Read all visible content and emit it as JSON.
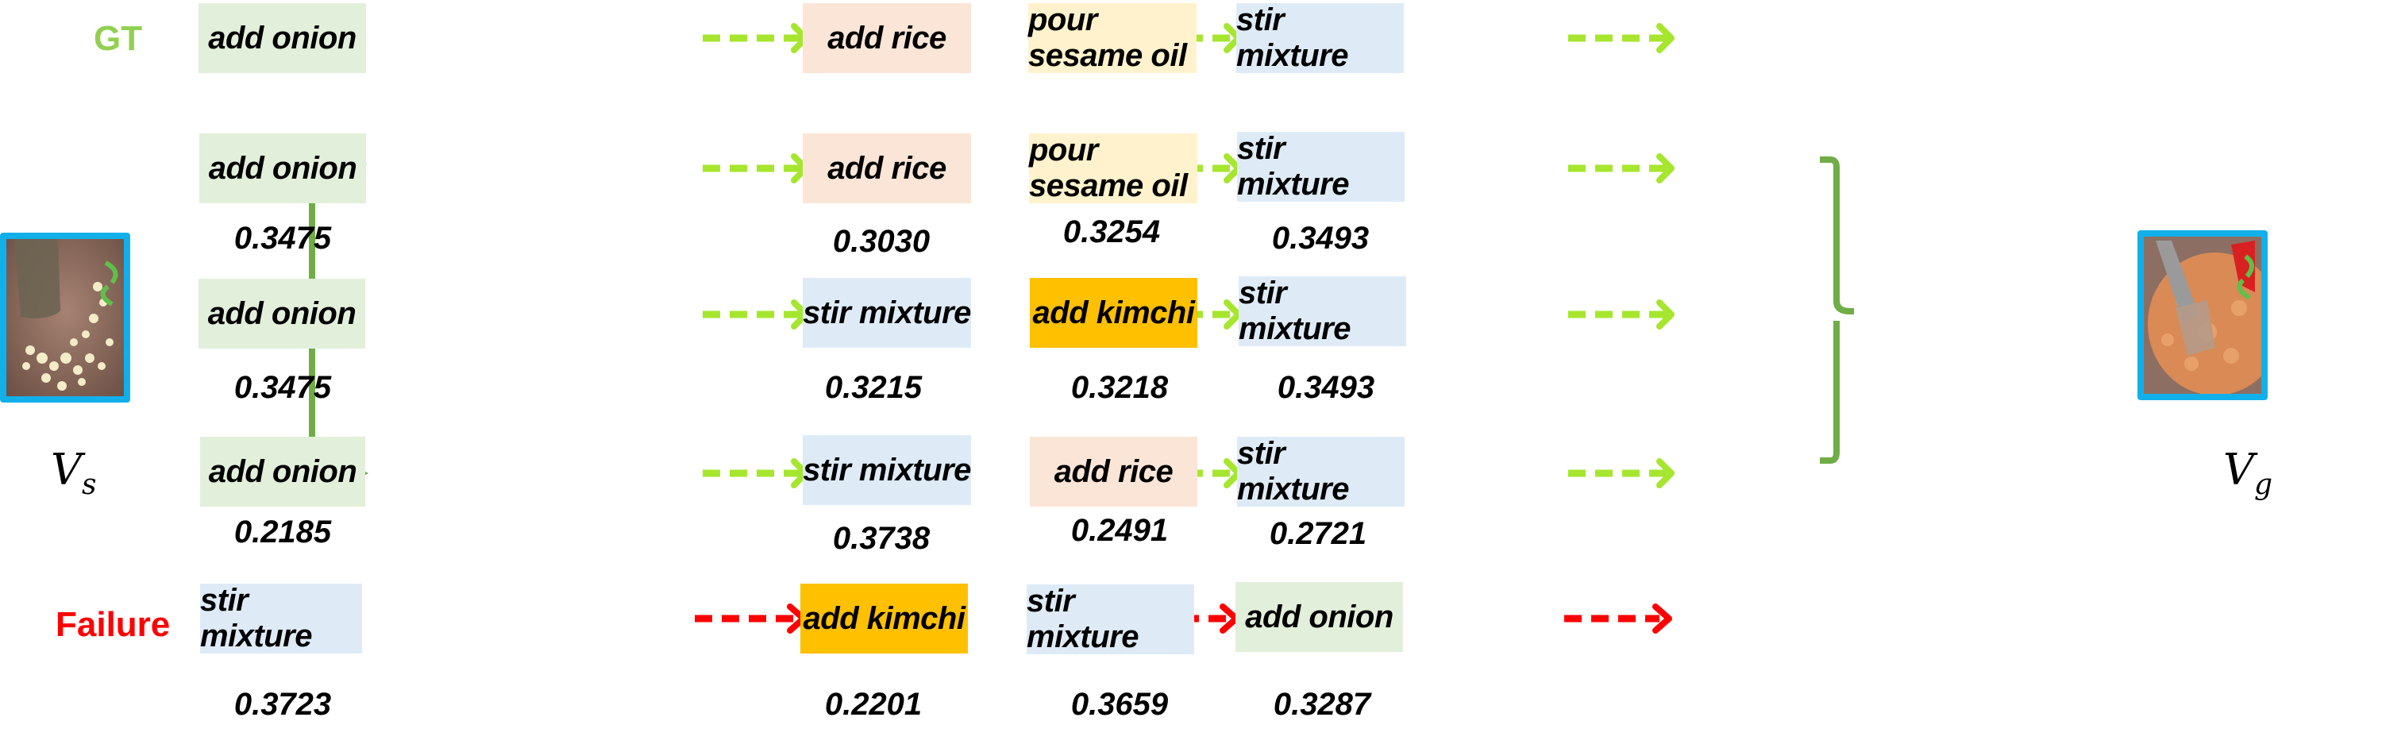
{
  "labels": {
    "gt": "GT",
    "failure": "Failure",
    "start_state": "V",
    "start_state_sub": "s",
    "goal_state": "V",
    "goal_state_sub": "g"
  },
  "colors": {
    "gt_label": "#92d050",
    "failure_label": "#ff0000",
    "arrow_success": "#a6e62e",
    "arrow_failure": "#ff0000",
    "connector": "#70ad47",
    "thumb_border": "#12b0ea",
    "add_onion": "#e2efda",
    "add_rice": "#fbe5d6",
    "pour_sesame_oil": "#fff2cc",
    "stir_mixture": "#deebf7",
    "add_kimchi": "#ffc000"
  },
  "rows": [
    {
      "id": "gt",
      "steps": [
        {
          "label": "add onion",
          "score": ""
        },
        {
          "label": "add rice",
          "score": ""
        },
        {
          "label": "pour sesame oil",
          "score": ""
        },
        {
          "label": "stir mixture",
          "score": ""
        }
      ]
    },
    {
      "id": "plan-1",
      "steps": [
        {
          "label": "add onion",
          "score": "0.3475"
        },
        {
          "label": "add rice",
          "score": "0.3030"
        },
        {
          "label": "pour sesame oil",
          "score": "0.3254"
        },
        {
          "label": "stir mixture",
          "score": "0.3493"
        }
      ]
    },
    {
      "id": "plan-2",
      "steps": [
        {
          "label": "add onion",
          "score": "0.3475"
        },
        {
          "label": "stir mixture",
          "score": "0.3215"
        },
        {
          "label": "add kimchi",
          "score": "0.3218"
        },
        {
          "label": "stir mixture",
          "score": "0.3493"
        }
      ]
    },
    {
      "id": "plan-3",
      "steps": [
        {
          "label": "add onion",
          "score": "0.2185"
        },
        {
          "label": "stir mixture",
          "score": "0.3738"
        },
        {
          "label": "add rice",
          "score": "0.2491"
        },
        {
          "label": "stir mixture",
          "score": "0.2721"
        }
      ]
    },
    {
      "id": "failure",
      "steps": [
        {
          "label": "stir mixture",
          "score": "0.3723"
        },
        {
          "label": "add kimchi",
          "score": "0.2201"
        },
        {
          "label": "stir mixture",
          "score": "0.3659"
        },
        {
          "label": "add onion",
          "score": "0.3287"
        }
      ]
    }
  ],
  "images": {
    "start": "pan with chopped onions and spatula, green rotation arrows",
    "goal": "pan with kimchi fried rice and spatula, green rotation arrows"
  }
}
